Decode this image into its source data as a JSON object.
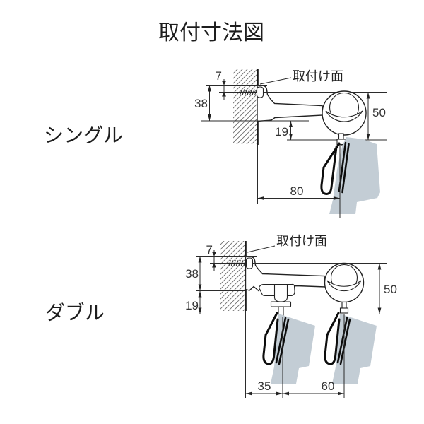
{
  "title": "取付寸法図",
  "single": {
    "label": "シングル",
    "surface_label": "取付け面",
    "dims": {
      "d7": "7",
      "d38": "38",
      "d19": "19",
      "d50": "50",
      "d80": "80"
    }
  },
  "double": {
    "label": "ダブル",
    "surface_label": "取付け面",
    "dims": {
      "d7": "7",
      "d38": "38",
      "d19": "19",
      "d50": "50",
      "d35": "35",
      "d60": "60"
    }
  },
  "colors": {
    "curtain": "#c3cdd5",
    "line": "#222222",
    "text": "#1d1d1d"
  }
}
